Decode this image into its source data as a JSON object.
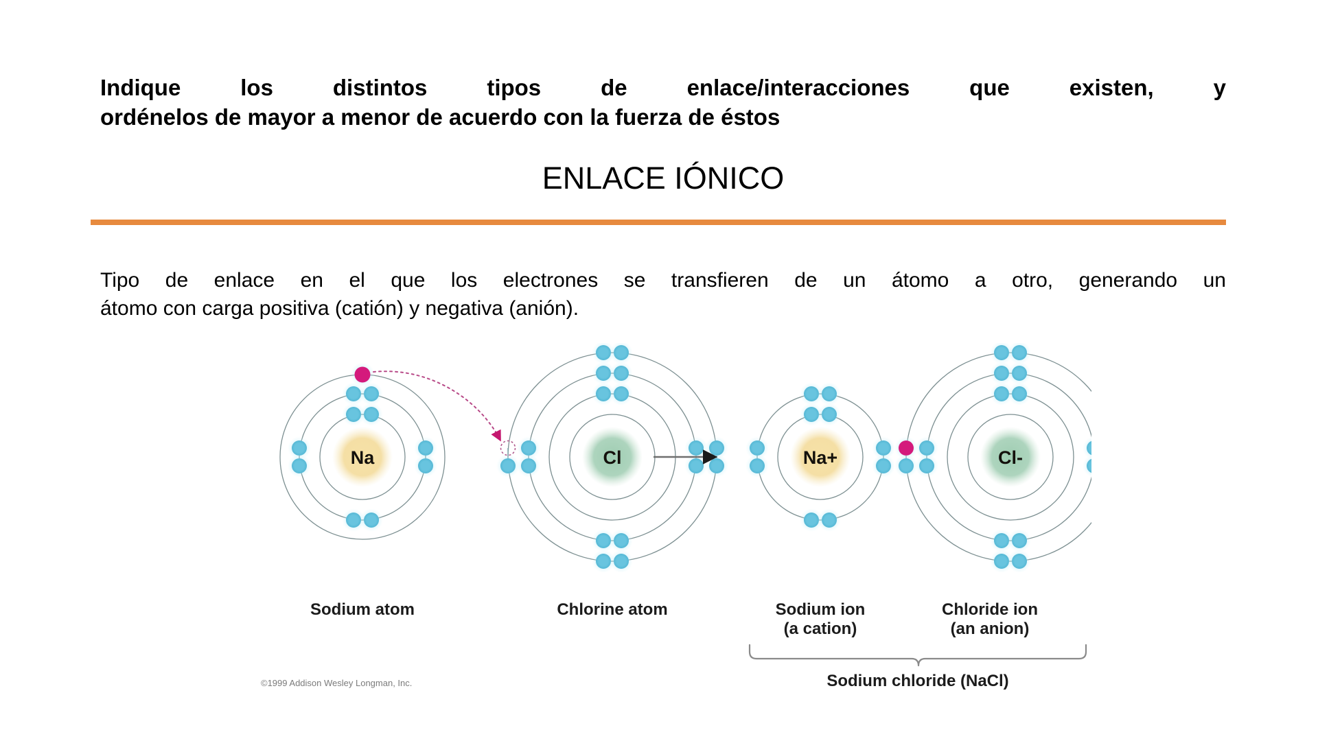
{
  "slide": {
    "question_title_line1": "Indique los distintos tipos de enlace/interacciones que existen, y",
    "question_title_line2": "ordénelos de mayor a menor de acuerdo con la fuerza de éstos",
    "section_title": "ENLACE IÓNICO",
    "divider_color": "#E78A3E",
    "body_line1": "Tipo de enlace en el que los electrones se transfieren de un átomo a otro, generando un",
    "body_line2": "átomo con carga positiva (catión) y negativa (anión)."
  },
  "figure": {
    "copyright": "©1999 Addison Wesley Longman, Inc.",
    "reaction_arrow": "arrow-right-icon",
    "transfer_arrow": "electron-transfer-arrow-icon",
    "colors": {
      "electron": "#249ec4",
      "transferred_electron": "#d41a7c",
      "sodium_nucleus": "#f3dea6",
      "chlorine_nucleus": "#a8cfb6",
      "shell_ring": "#7c8f91"
    },
    "atoms": [
      {
        "id": "sodium-atom",
        "nucleus_label": "Na",
        "caption": "Sodium atom",
        "caption_sub": "",
        "nucleus_color": "#f3dea6",
        "shells": [
          2,
          8,
          1
        ],
        "has_transfer_electron": true
      },
      {
        "id": "chlorine-atom",
        "nucleus_label": "Cl",
        "caption": "Chlorine atom",
        "caption_sub": "",
        "nucleus_color": "#a8cfb6",
        "shells": [
          2,
          8,
          7
        ],
        "has_vacancy": true
      },
      {
        "id": "sodium-ion",
        "nucleus_label": "Na+",
        "caption": "Sodium ion",
        "caption_sub": "(a cation)",
        "nucleus_color": "#f3dea6",
        "shells": [
          2,
          8
        ]
      },
      {
        "id": "chloride-ion",
        "nucleus_label": "Cl-",
        "caption": "Chloride ion",
        "caption_sub": "(an anion)",
        "nucleus_color": "#a8cfb6",
        "shells": [
          2,
          8,
          8
        ],
        "has_received_electron": true
      }
    ],
    "product_label": "Sodium chloride (NaCl)"
  }
}
